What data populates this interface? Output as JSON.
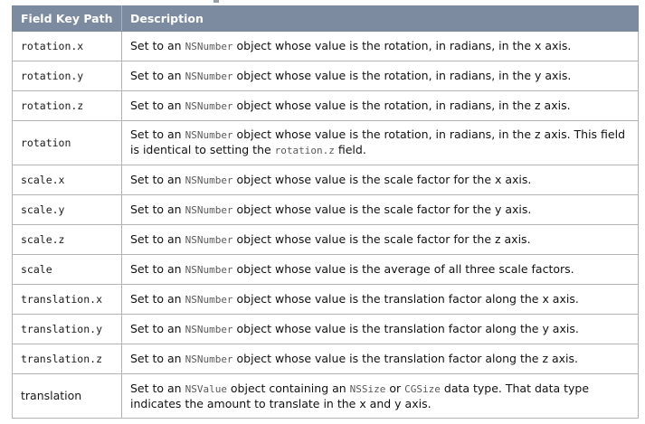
{
  "table": {
    "headers": [
      "Field Key Path",
      "Description"
    ],
    "rows": [
      {
        "key": "rotation.x",
        "desc": [
          {
            "t": "Set to an "
          },
          {
            "m": "NSNumber"
          },
          {
            "t": " object whose value is the rotation, in radians, in the x axis."
          }
        ]
      },
      {
        "key": "rotation.y",
        "desc": [
          {
            "t": "Set to an "
          },
          {
            "m": "NSNumber"
          },
          {
            "t": " object whose value is the rotation, in radians, in the y axis."
          }
        ]
      },
      {
        "key": "rotation.z",
        "desc": [
          {
            "t": "Set to an "
          },
          {
            "m": "NSNumber"
          },
          {
            "t": " object whose value is the rotation, in radians, in the z axis."
          }
        ]
      },
      {
        "key": "rotation",
        "desc": [
          {
            "t": "Set to an "
          },
          {
            "m": "NSNumber"
          },
          {
            "t": " object whose value is the rotation, in radians, in the z axis. This field is identical to setting the "
          },
          {
            "m": "rotation.z"
          },
          {
            "t": " field."
          }
        ]
      },
      {
        "key": "scale.x",
        "desc": [
          {
            "t": "Set to an "
          },
          {
            "m": "NSNumber"
          },
          {
            "t": " object whose value is the scale factor for the x axis."
          }
        ]
      },
      {
        "key": "scale.y",
        "desc": [
          {
            "t": "Set to an "
          },
          {
            "m": "NSNumber"
          },
          {
            "t": " object whose value is the scale factor for the y axis."
          }
        ]
      },
      {
        "key": "scale.z",
        "desc": [
          {
            "t": "Set to an "
          },
          {
            "m": "NSNumber"
          },
          {
            "t": " object whose value is the scale factor for the z axis."
          }
        ]
      },
      {
        "key": "scale",
        "desc": [
          {
            "t": "Set to an "
          },
          {
            "m": "NSNumber"
          },
          {
            "t": " object whose value is the average of all three scale factors."
          }
        ]
      },
      {
        "key": "translation.x",
        "desc": [
          {
            "t": "Set to an "
          },
          {
            "m": "NSNumber"
          },
          {
            "t": " object whose value is the translation factor along the x axis."
          }
        ]
      },
      {
        "key": "translation.y",
        "desc": [
          {
            "t": "Set to an "
          },
          {
            "m": "NSNumber"
          },
          {
            "t": " object whose value is the translation factor along the y axis."
          }
        ]
      },
      {
        "key": "translation.z",
        "desc": [
          {
            "t": "Set to an "
          },
          {
            "m": "NSNumber"
          },
          {
            "t": " object whose value is the translation factor along the z axis."
          }
        ]
      },
      {
        "key": "translation",
        "desc": [
          {
            "t": "Set to an "
          },
          {
            "m": "NSValue"
          },
          {
            "t": " object containing an "
          },
          {
            "m": "NSSize"
          },
          {
            "t": " or "
          },
          {
            "m": "CGSize"
          },
          {
            "t": " data type. That data type indicates the amount to translate in the x and y axis."
          }
        ]
      }
    ]
  },
  "colors": {
    "header_bg": "#7d8ba1",
    "header_text": "#ffffff",
    "border": "#b3b3b3",
    "code_text": "#5a5a5a"
  }
}
